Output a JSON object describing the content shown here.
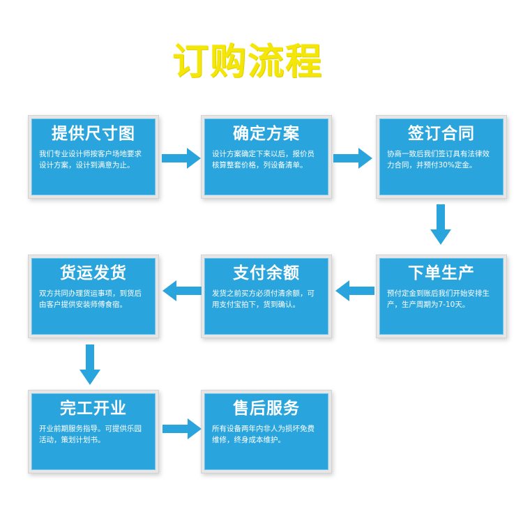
{
  "title": "订购流程",
  "colors": {
    "title": "#f5e60a",
    "card": "#2aa4dd",
    "arrow": "#2aa4dd"
  },
  "steps": [
    {
      "title": "提供尺寸图",
      "desc": "我们专业设计师按客户场地要求设计方案，设计到满意为止。"
    },
    {
      "title": "确定方案",
      "desc": "设计方案确定下来以后，报价员核算整套价格，列设备清单。"
    },
    {
      "title": "签订合同",
      "desc": "协商一致后我们签订具有法律效力合同，并预付30%定金。"
    },
    {
      "title": "下单生产",
      "desc": "预付定金到账后我们开始安排生产，生产周期为7-10天。"
    },
    {
      "title": "支付余额",
      "desc": "发货之前买方必须付清余额，可用支付宝拍下，货到确认。"
    },
    {
      "title": "货运发货",
      "desc": "双方共同办理货运事项，到货后由客户提供安装师傅食宿。"
    },
    {
      "title": "完工开业",
      "desc": "开业前期服务指导。可提供乐园活动，策划计划书。"
    },
    {
      "title": "售后服务",
      "desc": "所有设备两年内非人为损坏免费维修，终身成本维护。"
    }
  ]
}
